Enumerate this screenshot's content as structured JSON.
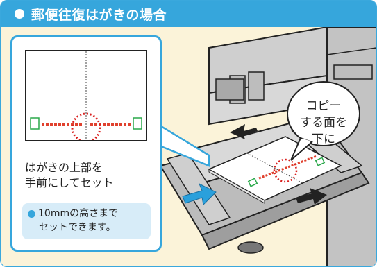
{
  "header": {
    "title": "郵便往復はがきの場合"
  },
  "inset": {
    "line1": "はがきの上部を",
    "line2": "手前にしてセット",
    "note_line1": "10mmの高さまで",
    "note_line2": "セットできます。"
  },
  "callout": {
    "line1": "コピー",
    "line2": "する面を",
    "line3": "下に"
  },
  "colors": {
    "accent": "#36a6dc",
    "background": "#fbf3d9",
    "stamp_green": "#2aa84a",
    "postal_red": "#e0412e"
  }
}
